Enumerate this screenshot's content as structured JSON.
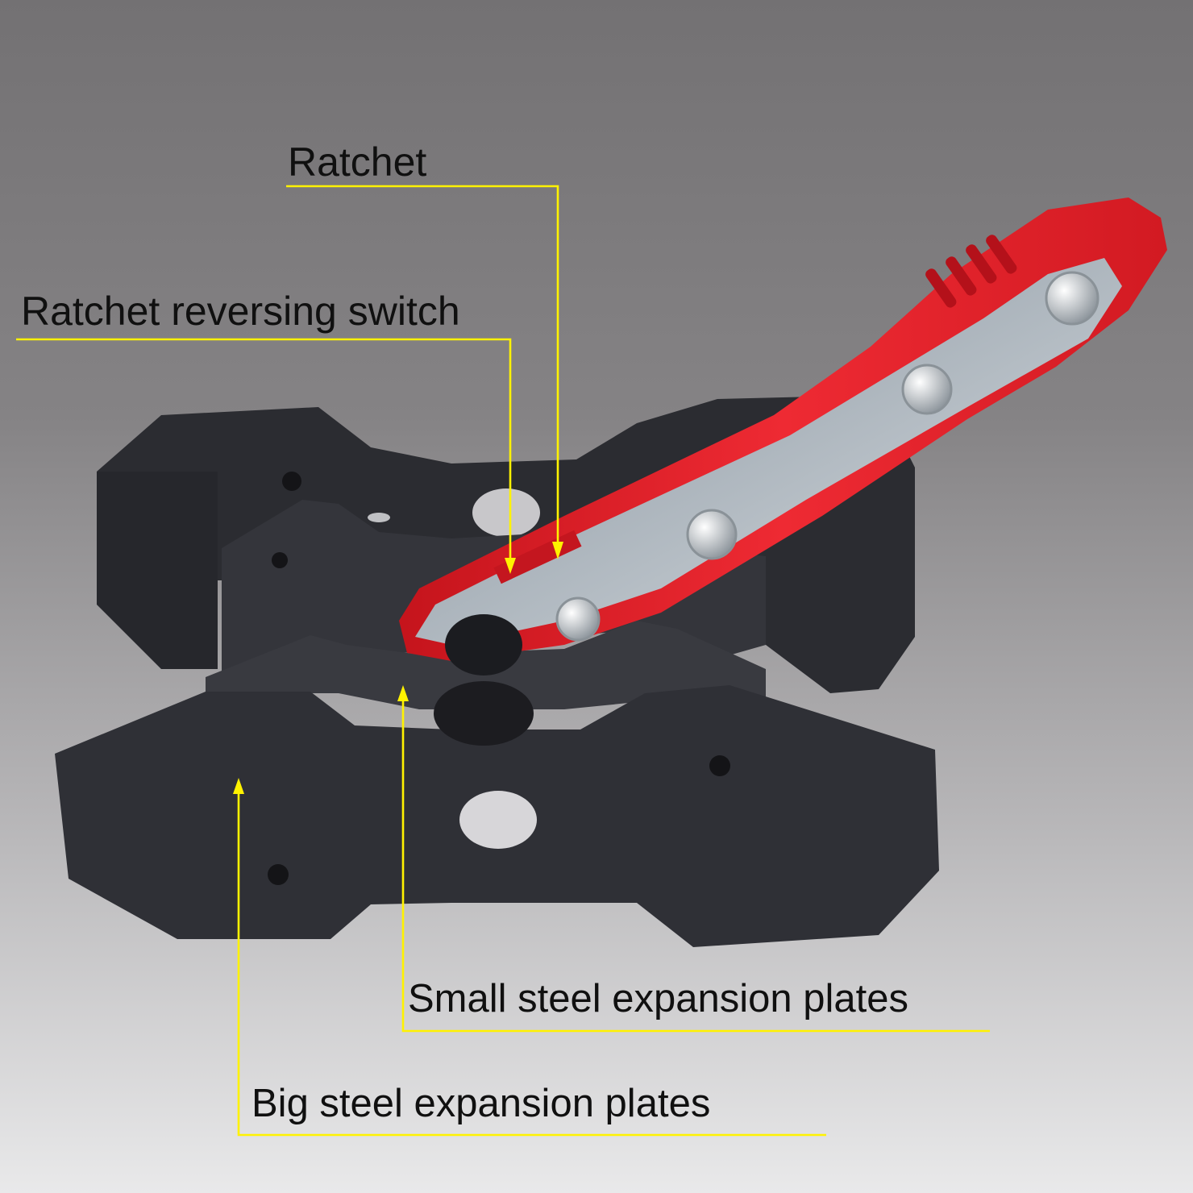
{
  "callouts": {
    "ratchet": "Ratchet",
    "reversing_switch": "Ratchet reversing switch",
    "small_plates": "Small steel expansion plates",
    "big_plates": "Big steel expansion plates"
  },
  "colors": {
    "leader_line": "#fff200",
    "plate": "#2f3036",
    "handle_red": "#e8202a",
    "steel": "#b9c1c8"
  }
}
